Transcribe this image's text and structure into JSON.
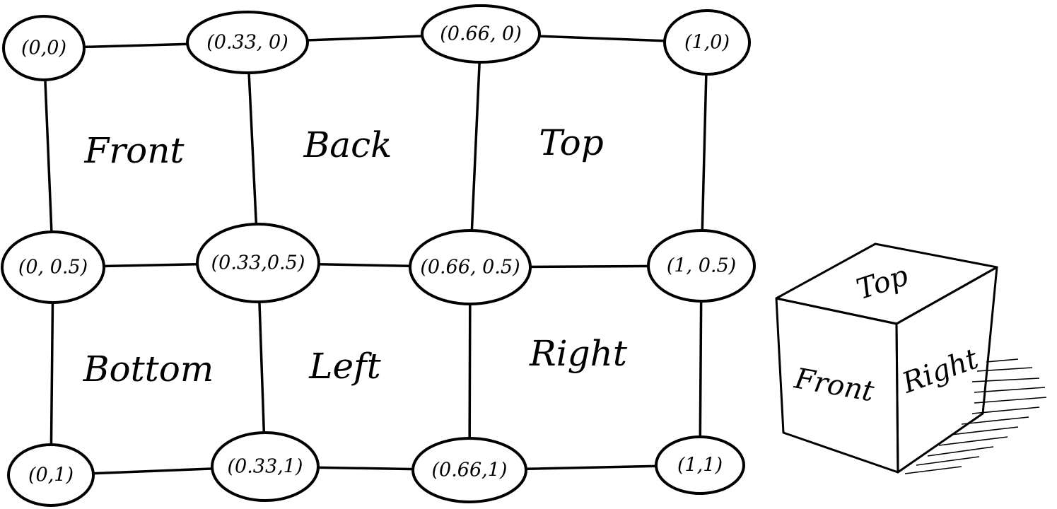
{
  "grid": {
    "nodes": [
      {
        "id": "n00",
        "label": "(0,0)"
      },
      {
        "id": "n10",
        "label": "(0.33, 0)"
      },
      {
        "id": "n20",
        "label": "(0.66, 0)"
      },
      {
        "id": "n30",
        "label": "(1,0)"
      },
      {
        "id": "n01",
        "label": "(0, 0.5)"
      },
      {
        "id": "n11",
        "label": "(0.33,0.5)"
      },
      {
        "id": "n21",
        "label": "(0.66, 0.5)"
      },
      {
        "id": "n31",
        "label": "(1, 0.5)"
      },
      {
        "id": "n02",
        "label": "(0,1)"
      },
      {
        "id": "n12",
        "label": "(0.33,1)"
      },
      {
        "id": "n22",
        "label": "(0.66,1)"
      },
      {
        "id": "n32",
        "label": "(1,1)"
      }
    ],
    "faces": [
      {
        "id": "front",
        "label": "Front"
      },
      {
        "id": "back",
        "label": "Back"
      },
      {
        "id": "top",
        "label": "Top"
      },
      {
        "id": "bottom",
        "label": "Bottom"
      },
      {
        "id": "left",
        "label": "Left"
      },
      {
        "id": "right",
        "label": "Right"
      }
    ]
  },
  "cube": {
    "top_label": "Top",
    "front_label": "Front",
    "right_label": "Right"
  }
}
